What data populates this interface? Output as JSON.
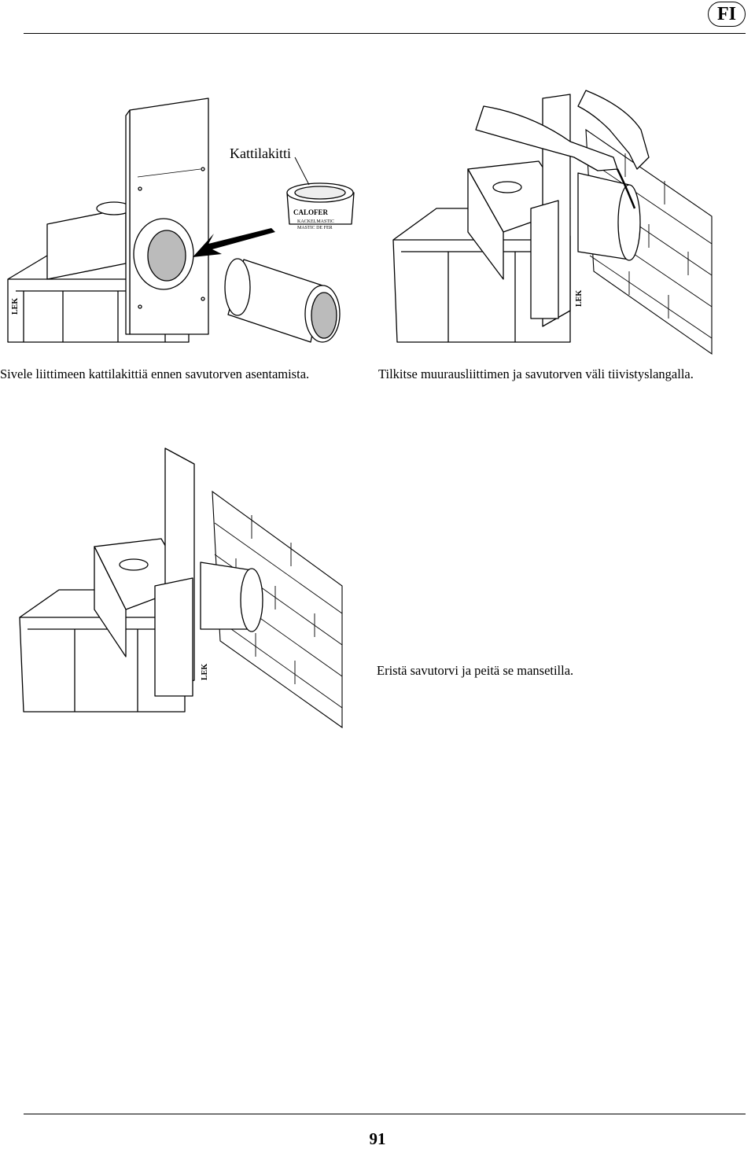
{
  "header": {
    "language": "FI"
  },
  "figures": [
    {
      "callout": "Kattilakitti",
      "side_mark": "LEK",
      "can_label_1": "CALOFER",
      "can_label_2": "KACKELMASTIC",
      "can_label_3": "MASTIC DE FER",
      "caption": "Sivele liittimeen kattilakittiä ennen savutorven asentamista."
    },
    {
      "side_mark": "LEK",
      "caption": "Tilkitse muurausliittimen ja savutorven väli tiivistyslangalla."
    },
    {
      "side_mark": "LEK",
      "caption": "Eristä savutorvi ja peitä se mansetilla."
    }
  ],
  "footer": {
    "page_number": "91"
  }
}
